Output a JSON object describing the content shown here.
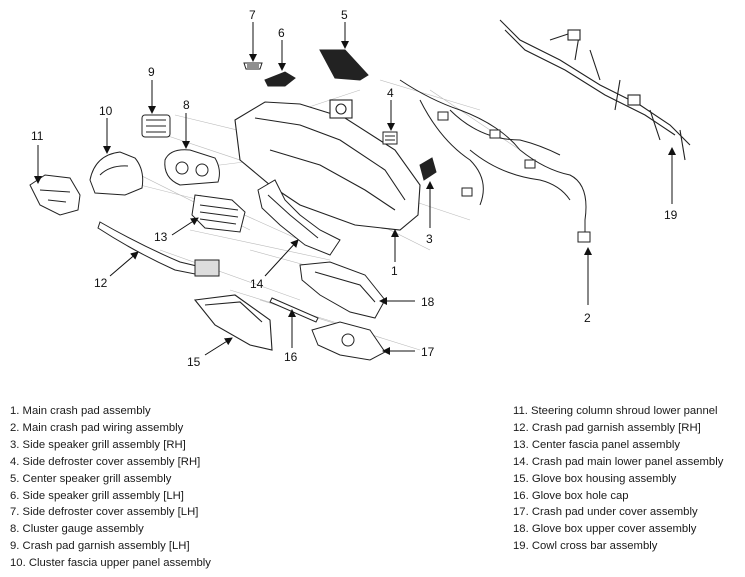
{
  "diagram": {
    "callouts": [
      "1",
      "2",
      "3",
      "4",
      "5",
      "6",
      "7",
      "8",
      "9",
      "10",
      "11",
      "12",
      "13",
      "14",
      "15",
      "16",
      "17",
      "18",
      "19"
    ]
  },
  "legend": {
    "left": [
      "1. Main crash pad assembly",
      "2. Main crash pad wiring assembly",
      "3. Side speaker grill assembly [RH]",
      "4. Side defroster cover assembly [RH]",
      "5. Center speaker grill assembly",
      "6. Side speaker grill assembly [LH]",
      "7. Side defroster cover assembly [LH]",
      "8. Cluster gauge assembly",
      "9. Crash pad garnish assembly [LH]",
      "10. Cluster fascia upper panel assembly"
    ],
    "right": [
      "11. Steering column shroud lower pannel",
      "12. Crash pad garnish assembly [RH]",
      "13. Center fascia panel assembly",
      "14. Crash pad main lower panel assembly",
      "15. Glove box housing assembly",
      "16. Glove box hole cap",
      "17. Crash pad under cover assembly",
      "18. Glove box upper cover assembly",
      "19. Cowl cross bar assembly"
    ]
  }
}
